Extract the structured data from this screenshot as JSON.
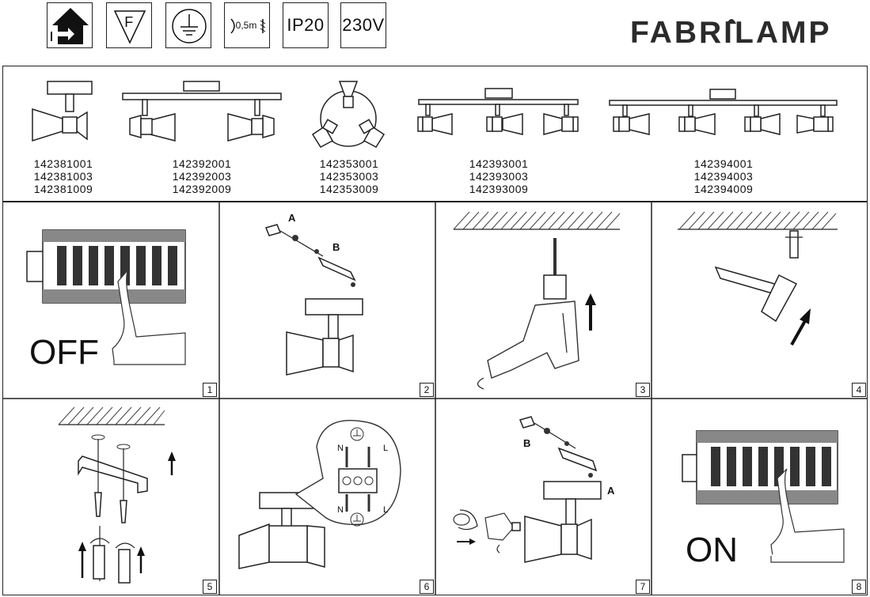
{
  "header": {
    "icons": [
      {
        "name": "indoor-use-icon",
        "text": ""
      },
      {
        "name": "f-mark-icon",
        "text": "F"
      },
      {
        "name": "earth-ground-icon",
        "text": ""
      },
      {
        "name": "distance-icon",
        "text": "0,5m"
      },
      {
        "name": "ip-rating-icon",
        "text": "IP20"
      },
      {
        "name": "voltage-icon",
        "text": "230V"
      }
    ],
    "brand": "FABRILAMP"
  },
  "models": [
    {
      "codes": [
        "142381001",
        "142381003",
        "142381009"
      ]
    },
    {
      "codes": [
        "142392001",
        "142392003",
        "142392009"
      ]
    },
    {
      "codes": [
        "142353001",
        "142353003",
        "142353009"
      ]
    },
    {
      "codes": [
        "142393001",
        "142393003",
        "142393009"
      ]
    },
    {
      "codes": [
        "142394001",
        "142394003",
        "142394009"
      ]
    }
  ],
  "steps": [
    {
      "number": "1",
      "label": "OFF"
    },
    {
      "number": "2",
      "label": "",
      "marks": {
        "a": "A",
        "b": "B"
      }
    },
    {
      "number": "3",
      "label": ""
    },
    {
      "number": "4",
      "label": ""
    },
    {
      "number": "5",
      "label": ""
    },
    {
      "number": "6",
      "label": "",
      "marks": {
        "n_top": "N",
        "l_top": "L",
        "n_bottom": "N",
        "l_bottom": "L"
      }
    },
    {
      "number": "7",
      "label": "",
      "marks": {
        "a": "A",
        "b": "B"
      }
    },
    {
      "number": "8",
      "label": "ON"
    }
  ]
}
